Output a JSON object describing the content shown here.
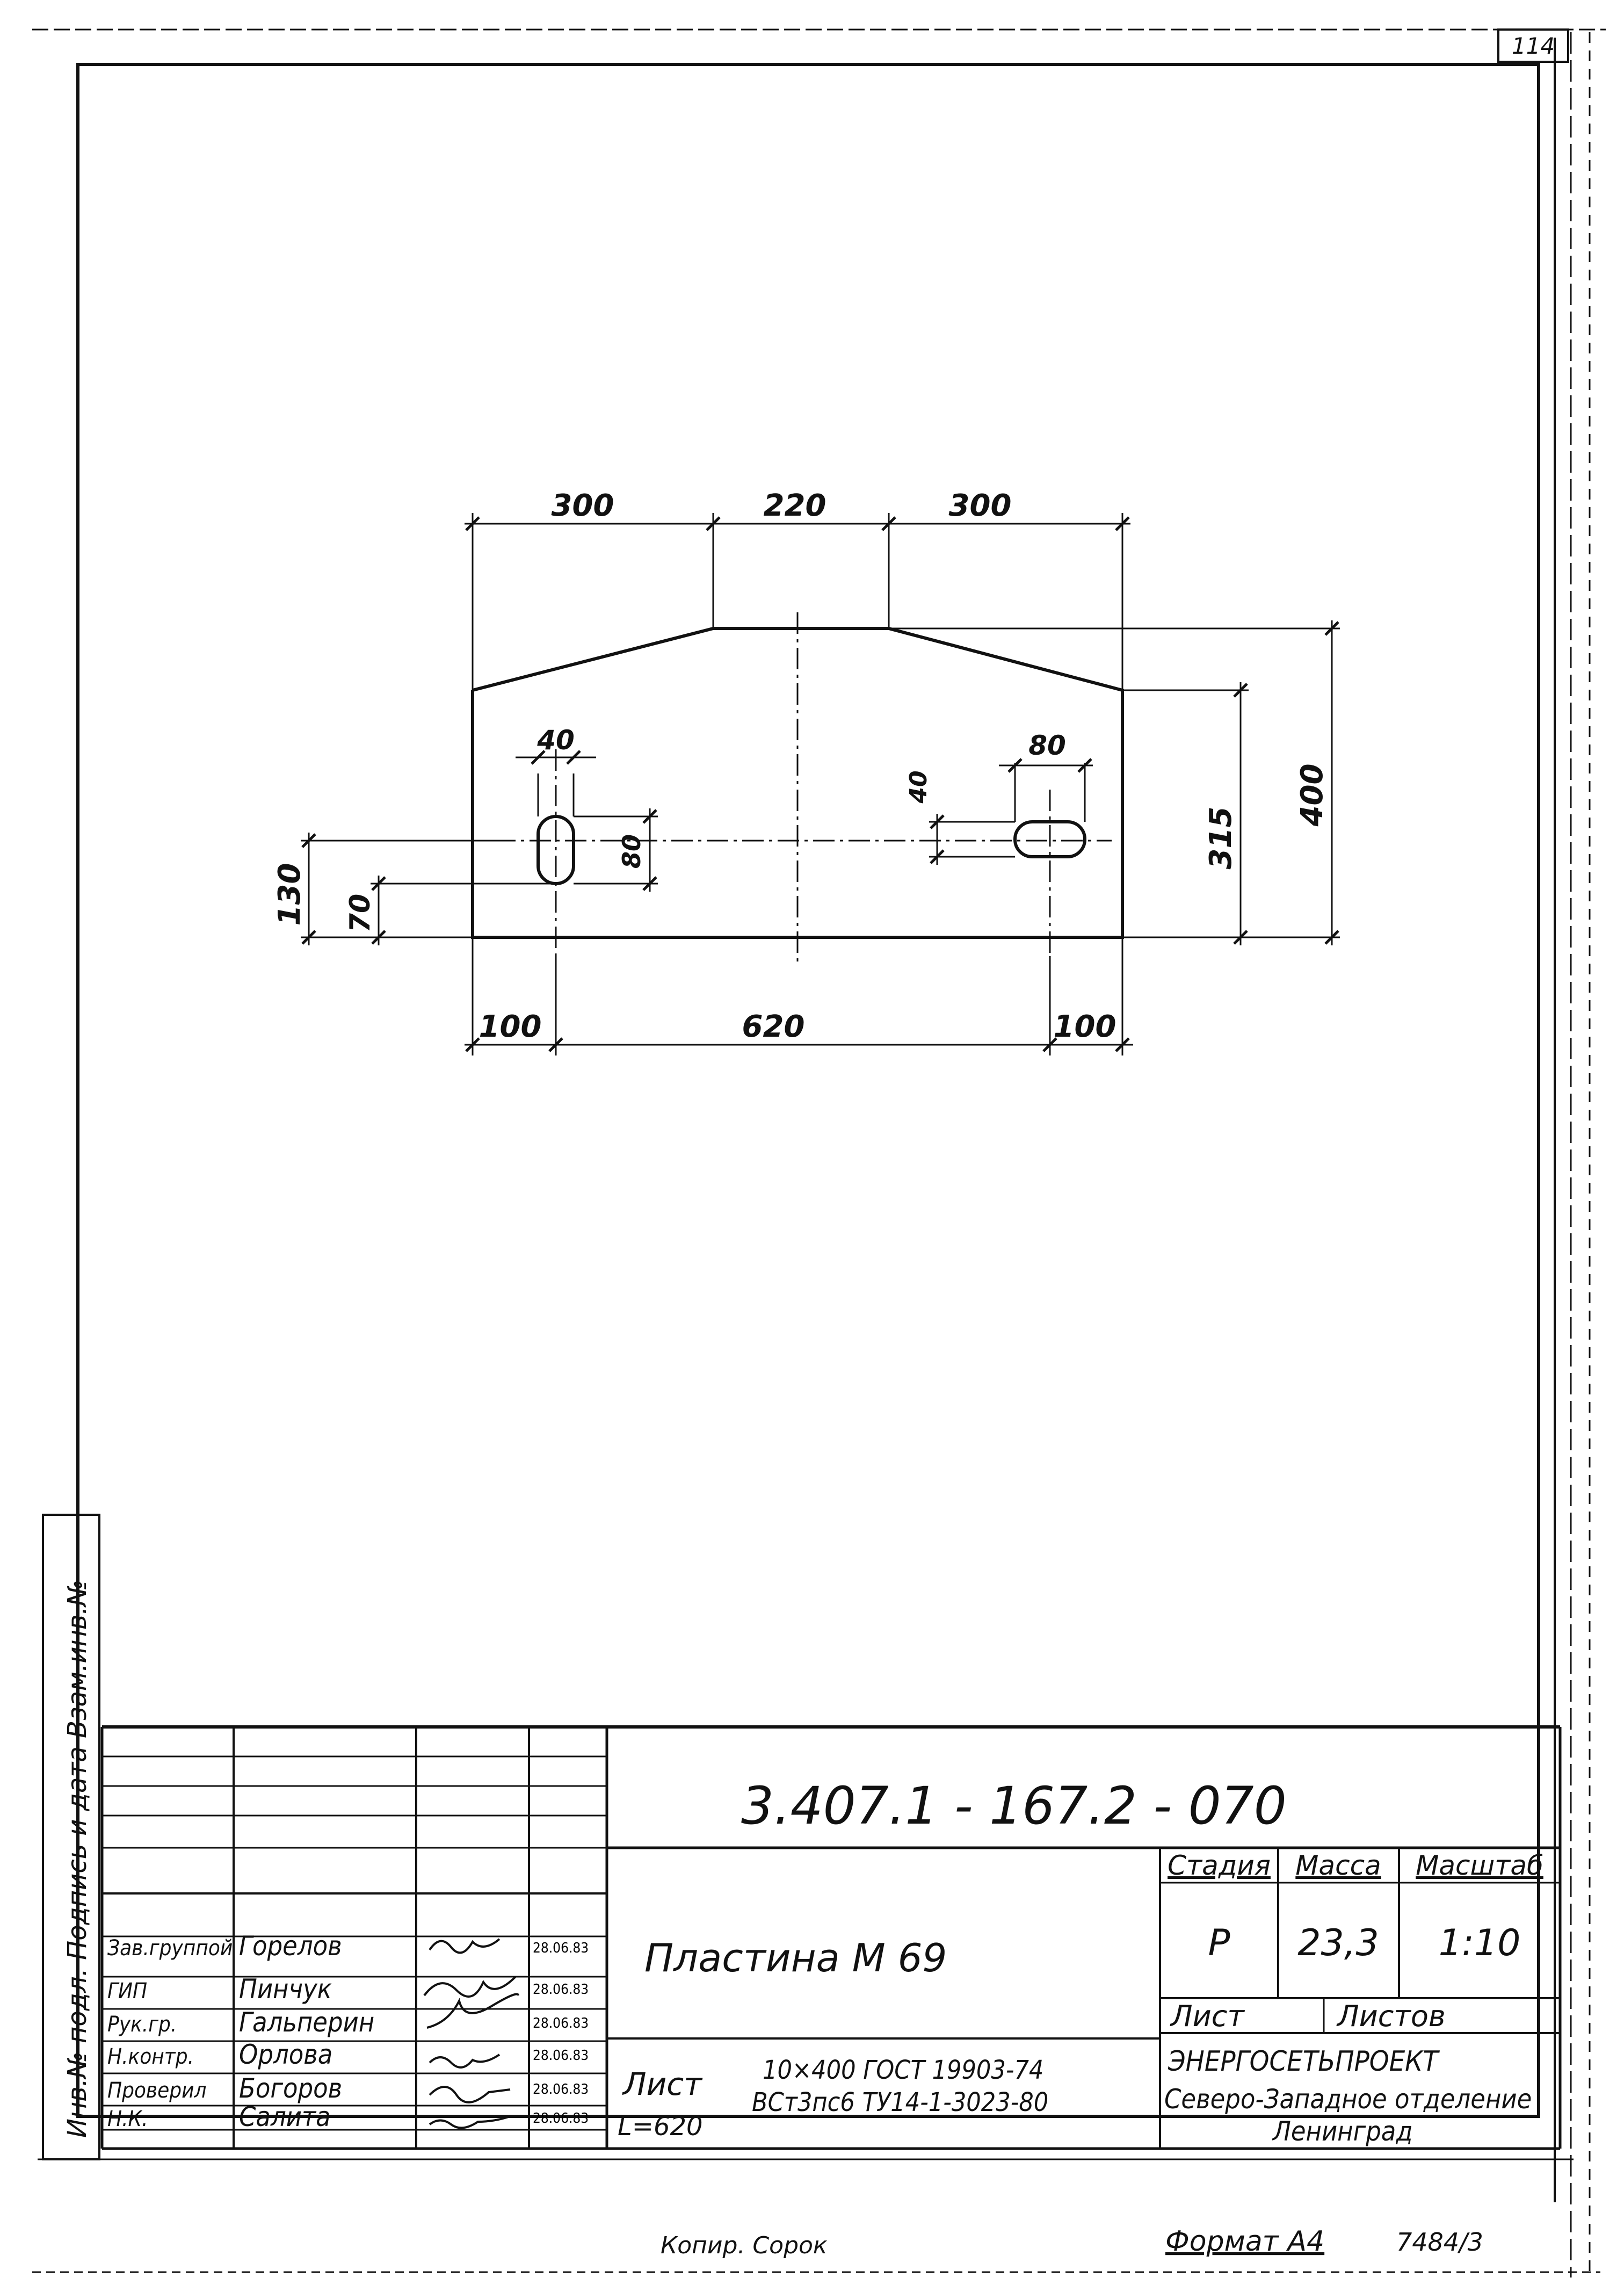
{
  "sheet_number_top": "114",
  "drawing": {
    "dims_top": [
      "300",
      "220",
      "300"
    ],
    "dims_bottom": [
      "100",
      "620",
      "100"
    ],
    "dims_right": [
      "315",
      "400"
    ],
    "dims_left": [
      "130",
      "70"
    ],
    "hole_left": {
      "width": "40",
      "height": "80"
    },
    "hole_right": {
      "width": "80",
      "height": "40"
    }
  },
  "side_stamp": "Инв.№ подл.  Подпись и дата  Взам.инв.№",
  "title_block": {
    "doc_code": "3.407.1 - 167.2  - 070",
    "title": "Пластина  М 69",
    "stage_label": "Стадия",
    "mass_label": "Масса",
    "scale_label": "Масштаб",
    "stage": "Р",
    "mass": "23,3",
    "scale": "1:10",
    "sheet_label": "Лист",
    "sheets_label": "Листов",
    "material_label": "Лист",
    "material_len": "L=620",
    "material_line1": "10×400 ГОСТ 19903-74",
    "material_line2": "ВСт3пс6 ТУ14-1-3023-80",
    "org_line1": "ЭНЕРГОСЕТЬПРОЕКТ",
    "org_line2": "Северо-Западное отделение",
    "org_line3": "Ленинград",
    "roles": [
      "Зав.группой",
      "ГИП",
      "Рук.гр.",
      "Н.контр.",
      "Проверил",
      "Н.К."
    ],
    "names": [
      "Горелов",
      "Пинчук",
      "Гальперин",
      "Орлова",
      "Богоров",
      "Салита"
    ],
    "dates": [
      "28.06.83",
      "28.06.83",
      "28.06.83",
      "28.06.83",
      "28.06.83",
      "28.06.83"
    ]
  },
  "footer": {
    "copied": "Копир. Сорок",
    "format": "Формат А4",
    "inventory": "7484/3"
  }
}
